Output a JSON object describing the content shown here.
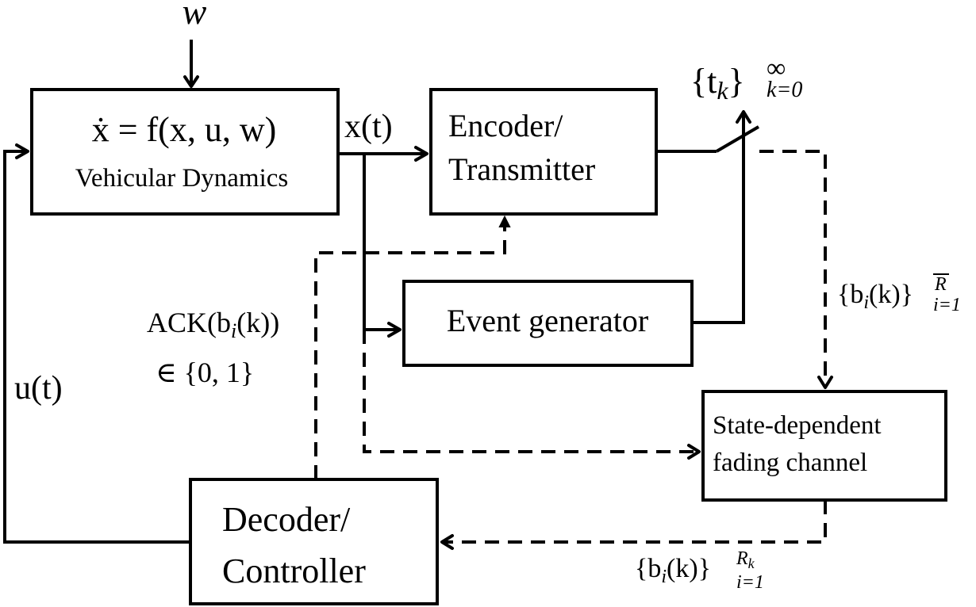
{
  "blocks": {
    "vehicle": {
      "equation": "ẋ = f(x, u, w)",
      "label": "Vehicular Dynamics"
    },
    "encoder": {
      "line1": "Encoder/",
      "line2": "Transmitter"
    },
    "event": {
      "label": "Event generator"
    },
    "channel": {
      "line1": "State-dependent",
      "line2": "fading channel"
    },
    "decoder": {
      "line1": "Decoder/",
      "line2": "Controller"
    }
  },
  "signals": {
    "disturbance": "w",
    "state": "x(t)",
    "control": "u(t)",
    "event_times": {
      "base": "{t",
      "sub_k": "k",
      "close": "}",
      "sup": "∞",
      "sub": "k=0"
    },
    "bits_sent": {
      "base": "{b",
      "sub_i": "i",
      "mid": "(k)}",
      "sup": "R",
      "sub": "i=1"
    },
    "bits_received": {
      "base": "{b",
      "sub_i": "i",
      "mid": "(k)}",
      "sup": "R",
      "sup_sub": "k",
      "sub": "i=1"
    },
    "ack": {
      "line1_pre": "ACK(b",
      "line1_sub": "i",
      "line1_post": "(k))",
      "line2": "∈ {0, 1}"
    }
  }
}
